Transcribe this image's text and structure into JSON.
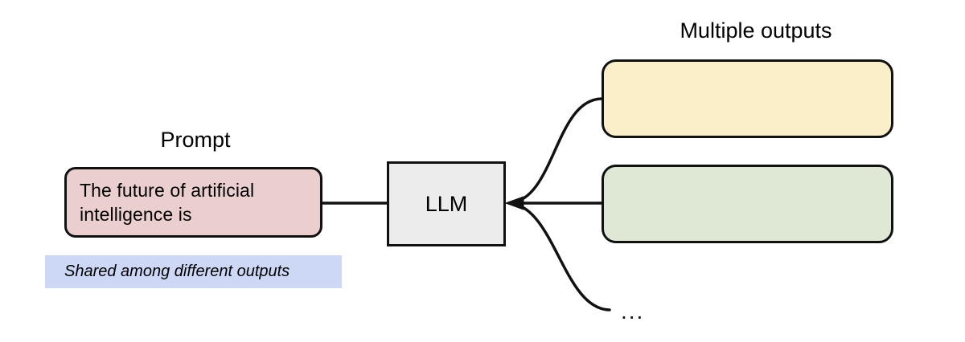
{
  "diagram": {
    "title_prompt": "Prompt",
    "title_outputs": "Multiple outputs",
    "prompt_box": {
      "text": "The future of artificial\nintelligence is",
      "fill": "#ebcfcf"
    },
    "shared_banner": {
      "text": "Shared among different outputs",
      "fill": "#ccd8f5"
    },
    "llm_box": {
      "label": "LLM",
      "fill": "#ececec"
    },
    "outputs": [
      {
        "label": "",
        "fill": "#faefc9"
      },
      {
        "label": "",
        "fill": "#dee8d5"
      }
    ],
    "ellipsis": "...",
    "stroke": "#111111",
    "background": "#ffffff"
  }
}
